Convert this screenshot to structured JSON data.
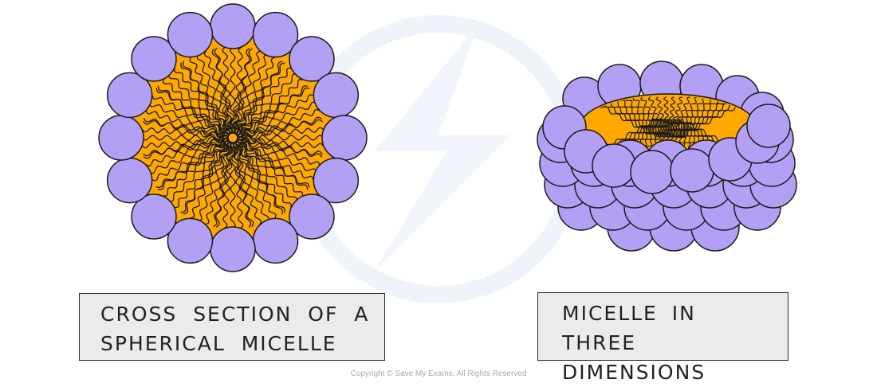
{
  "labels": {
    "cross_section": "CROSS SECTION OF A\nSPHERICAL MICELLE",
    "three_d": "MICELLE IN THREE\nDIMENSIONS"
  },
  "copyright": "Copyright © Save My Exams. All Rights Reserved",
  "colors": {
    "head": "#b3a0f5",
    "core": "#ffa800",
    "outline": "#1a1a1a",
    "label_box": "#ebebeb",
    "watermark": "#eef3fa"
  }
}
